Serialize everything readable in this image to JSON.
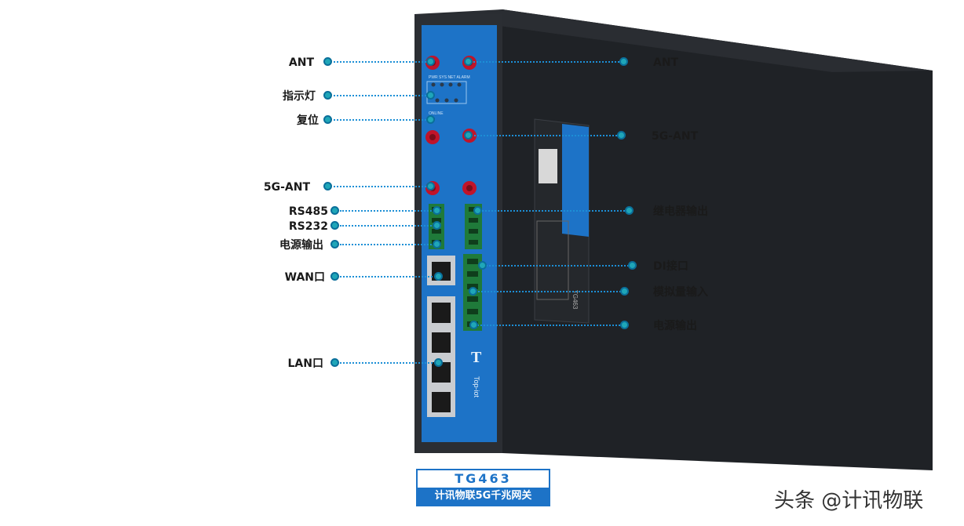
{
  "callouts_left": [
    {
      "id": "ant-left",
      "label": "ANT"
    },
    {
      "id": "indicator",
      "label": "指示灯"
    },
    {
      "id": "reset",
      "label": "复位"
    },
    {
      "id": "5g-ant-left",
      "label": "5G-ANT"
    },
    {
      "id": "rs485",
      "label": "RS485"
    },
    {
      "id": "rs232",
      "label": "RS232"
    },
    {
      "id": "power-out-left",
      "label": "电源输出"
    },
    {
      "id": "wan",
      "label": "WAN口"
    },
    {
      "id": "lan",
      "label": "LAN口"
    }
  ],
  "callouts_right": [
    {
      "id": "ant-right",
      "label": "ANT"
    },
    {
      "id": "5g-ant-right",
      "label": "5G-ANT"
    },
    {
      "id": "relay-out",
      "label": "继电器输出"
    },
    {
      "id": "di",
      "label": "DI接口"
    },
    {
      "id": "analog-in",
      "label": "模拟量输入"
    },
    {
      "id": "power-out-right",
      "label": "电源输出"
    }
  ],
  "device": {
    "model": "TG463",
    "description": "计讯物联5G千兆网关",
    "panel_brand": "Top-iot",
    "side_label_model": "TG463",
    "led_labels": [
      "PWR",
      "SYS",
      "NET",
      "ALARM"
    ],
    "online_label": "ONLINE"
  },
  "watermark": "头条 @计讯物联",
  "colors": {
    "panel_blue": "#1d73c7",
    "body_dark": "#1e2024",
    "dot_teal": "#1fa6b8",
    "leader_blue": "#1c8fd6",
    "antenna_red": "#c0142a"
  }
}
